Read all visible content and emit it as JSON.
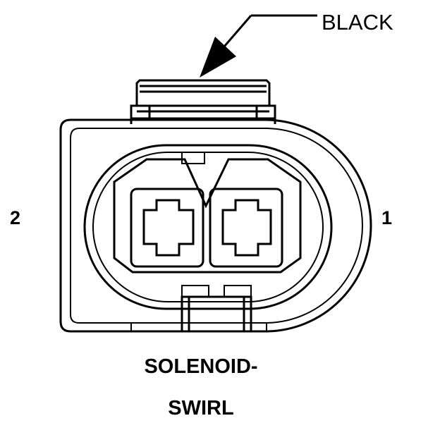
{
  "callout": {
    "label": "BLACK"
  },
  "pins": {
    "left_label": "2",
    "right_label": "1"
  },
  "connector": {
    "title_line1": "SOLENOID-",
    "title_line2": "SWIRL"
  }
}
